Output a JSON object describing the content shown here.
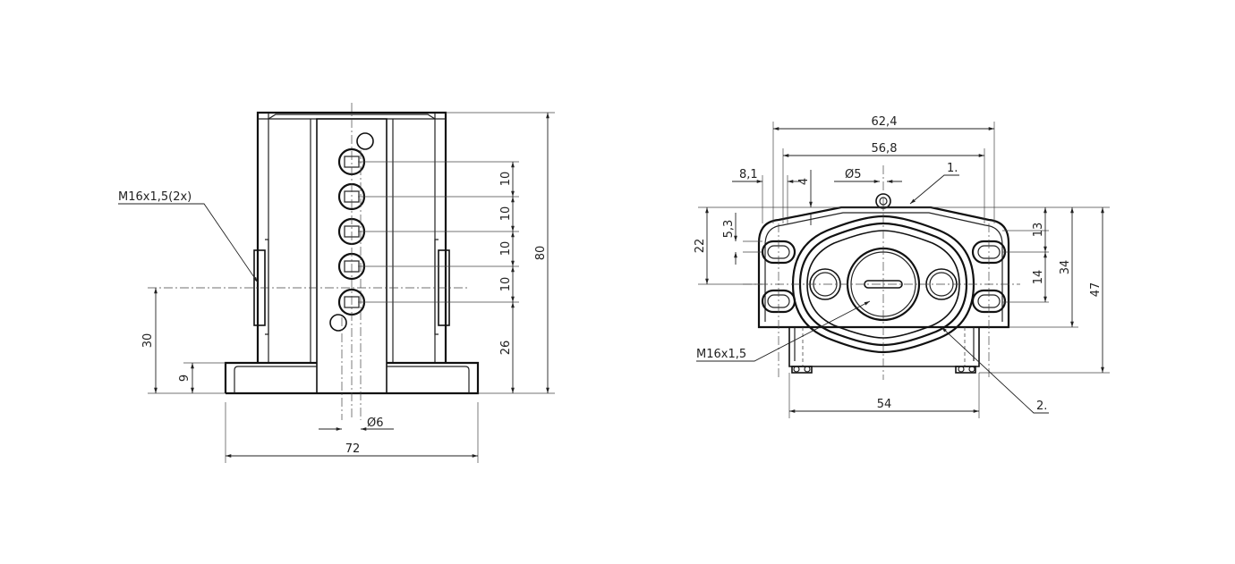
{
  "front_view": {
    "thread_callout": "M16x1,5(2x)",
    "dim_overall_height": "80",
    "dim_pitch_1": "10",
    "dim_pitch_2": "10",
    "dim_pitch_3": "10",
    "dim_pitch_4": "10",
    "dim_bottom_offset": "26",
    "dim_axis_height": "30",
    "dim_base_height": "9",
    "dim_hole_diameter": "Ø6",
    "dim_width": "72"
  },
  "side_view": {
    "dim_width_outer": "62,4",
    "dim_width_inner": "56,8",
    "dim_flange_offset": "8,1",
    "dim_vent_diameter": "Ø5",
    "dim_vent_height": "4",
    "label_item_1": "1.",
    "label_item_2": "2.",
    "thread_callout": "M16x1,5",
    "dim_slot_height": "22",
    "dim_slot_offset": "5,3",
    "dim_right_13": "13",
    "dim_right_14": "14",
    "dim_right_34": "34",
    "dim_right_47": "47",
    "dim_base_width": "54"
  }
}
